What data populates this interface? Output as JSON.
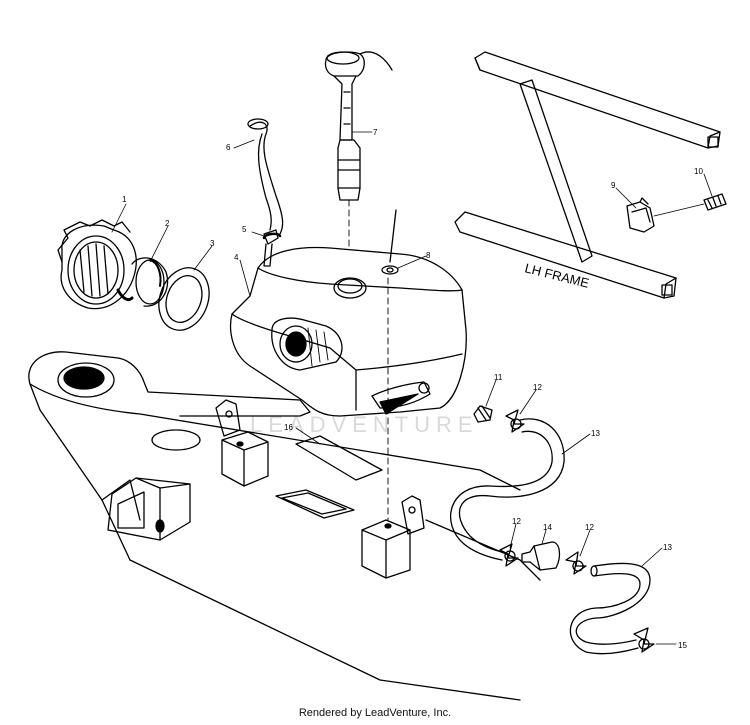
{
  "diagram": {
    "frame_label": "LH FRAME",
    "watermark": "LEADVENTURE",
    "callouts": [
      "1",
      "2",
      "3",
      "4",
      "5",
      "6",
      "7",
      "8",
      "9",
      "10",
      "11",
      "12",
      "12",
      "12",
      "13",
      "13",
      "14",
      "15",
      "16"
    ]
  },
  "footer": {
    "credit": "Rendered by LeadVenture, Inc."
  },
  "colors": {
    "line": "#000000",
    "background": "#ffffff",
    "watermark": "#d9d9d9"
  }
}
